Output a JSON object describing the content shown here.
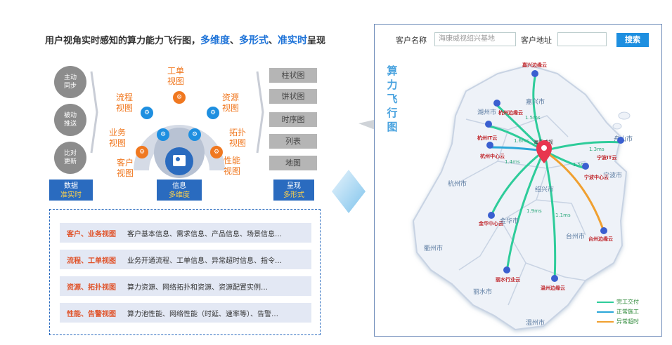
{
  "headline": {
    "prefix": "用户视角实时感知的算力能力飞行图，",
    "kw1": "多维度",
    "sep1": "、",
    "kw2": "多形式",
    "sep2": "、",
    "kw3": "准实时",
    "suffix": "呈现"
  },
  "left_modes": [
    "主动\n同步",
    "被动\n推送",
    "比对\n更新"
  ],
  "tags": {
    "data": {
      "line1": "数据",
      "line2": "准实时"
    },
    "info": {
      "line1": "信息",
      "line2": "多维度"
    },
    "present": {
      "line1": "呈现",
      "line2": "多形式"
    }
  },
  "views": {
    "work_order": "工单\n视图",
    "process": "流程\n视图",
    "resource": "资源\n视图",
    "business": "业务\n视图",
    "topology": "拓扑\n视图",
    "customer": "客户\n视图",
    "performance": "性能\n视图"
  },
  "formats": [
    "柱状图",
    "饼状图",
    "时序图",
    "列表",
    "地图"
  ],
  "details": [
    {
      "key": "客户、业务视图",
      "value": "客户基本信息、需求信息、产品信息、场景信息…"
    },
    {
      "key": "流程、工单视图",
      "value": "业务开通流程、工单信息、异常超时信息、指令…"
    },
    {
      "key": "资源、拓扑视图",
      "value": "算力资源、网络拓扑和资源、资源配置实例…"
    },
    {
      "key": "性能、告警视图",
      "value": "算力池性能、网络性能（时延、速率等）、告警…"
    }
  ],
  "map": {
    "customer_name_label": "客户名称",
    "customer_name_value": "海康威视绍兴基地",
    "customer_addr_label": "客户地址",
    "customer_addr_value": "",
    "search_button": "搜索",
    "side_title": "算\n力\n飞\n行\n图",
    "cities": [
      "嘉兴市",
      "湖州市",
      "舟山市",
      "宁波市",
      "杭州市",
      "绍兴市",
      "金华市",
      "台州市",
      "衢州市",
      "丽水市",
      "温州市"
    ],
    "center_label": "海康威视\n基地",
    "nodes": [
      "嘉兴边缘云",
      "杭州边缘云",
      "杭州IT云",
      "杭州中心云",
      "宁波IT云",
      "宁波中心云",
      "金华中心云",
      "丽水行业云",
      "温州边缘云",
      "台州边缘云"
    ],
    "latencies": [
      "1.5ms",
      "1.6ms",
      "1.3ms",
      "1.4ms",
      "1.5ms",
      "1.9ms",
      "1.1ms"
    ],
    "legend": [
      {
        "label": "完工交付",
        "color": "#2ecc9a"
      },
      {
        "label": "正常施工",
        "color": "#2aa7d8"
      },
      {
        "label": "异常超时",
        "color": "#f0a030"
      }
    ]
  }
}
